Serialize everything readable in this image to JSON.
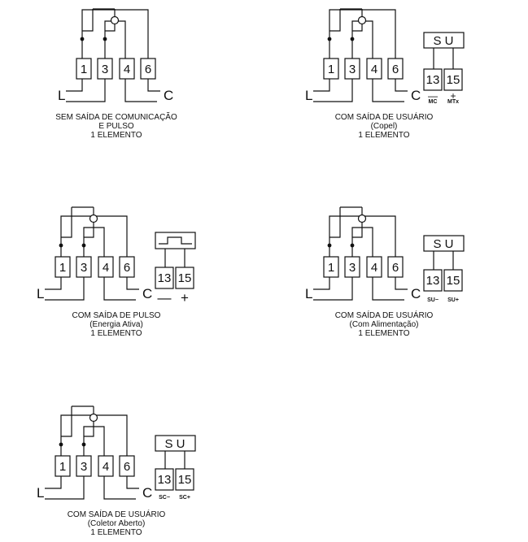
{
  "diagrams": [
    {
      "id": "d1",
      "terminals": [
        "1",
        "3",
        "4",
        "6"
      ],
      "left_label": "L",
      "right_label": "C",
      "caption": [
        "SEM SAÍDA DE COMUNICAÇÃO",
        "E PULSO",
        "1 ELEMENTO"
      ]
    },
    {
      "id": "d2",
      "terminals": [
        "1",
        "3",
        "4",
        "6"
      ],
      "left_label": "L",
      "right_label": "C",
      "output_header": "S U",
      "output_terminals": [
        "13",
        "15"
      ],
      "output_sub": [
        "MC",
        "MTx"
      ],
      "output_sign": [
        "—",
        "+"
      ],
      "caption": [
        "COM SAÍDA DE USUÁRIO",
        "(Copel)",
        "1 ELEMENTO"
      ]
    },
    {
      "id": "d3",
      "terminals": [
        "1",
        "3",
        "4",
        "6"
      ],
      "left_label": "L",
      "right_label": "C",
      "output_terminals": [
        "13",
        "15"
      ],
      "output_sign": [
        "—",
        "+"
      ],
      "caption": [
        "COM SAÍDA DE PULSO",
        "(Energia Ativa)",
        "1 ELEMENTO"
      ]
    },
    {
      "id": "d4",
      "terminals": [
        "1",
        "3",
        "4",
        "6"
      ],
      "left_label": "L",
      "right_label": "C",
      "output_header": "S U",
      "output_terminals": [
        "13",
        "15"
      ],
      "output_sub": [
        "SU−",
        "SU+"
      ],
      "caption": [
        "COM SAÍDA DE USUÁRIO",
        "(Com Alimentação)",
        "1 ELEMENTO"
      ]
    },
    {
      "id": "d5",
      "terminals": [
        "1",
        "3",
        "4",
        "6"
      ],
      "left_label": "L",
      "right_label": "C",
      "output_header": "S U",
      "output_terminals": [
        "13",
        "15"
      ],
      "output_sub": [
        "SC−",
        "SC+"
      ],
      "caption": [
        "COM SAÍDA DE USUÁRIO",
        "(Coletor Aberto)",
        "1 ELEMENTO"
      ]
    }
  ]
}
